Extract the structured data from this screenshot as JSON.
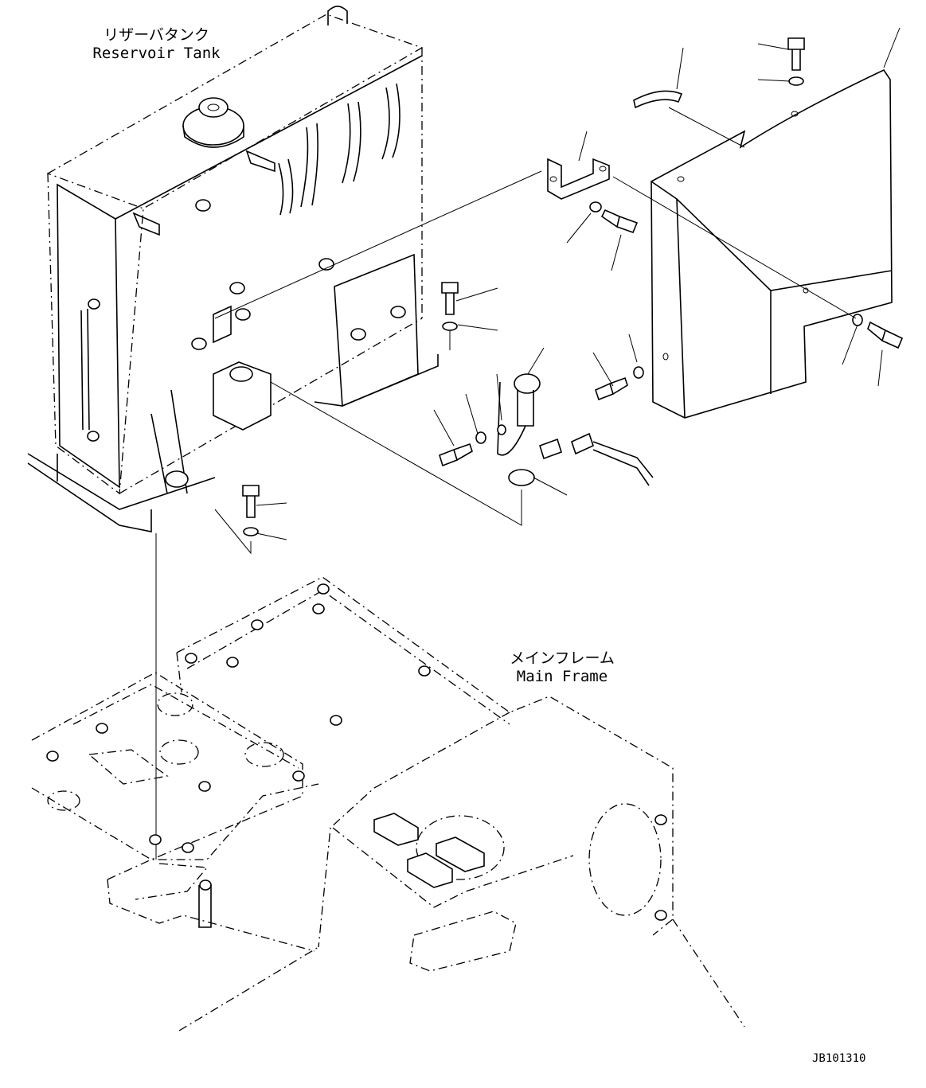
{
  "labels": {
    "reservoir_tank_jp": "リザーバタンク",
    "reservoir_tank_en": "Reservoir Tank",
    "main_frame_jp": "メインフレーム",
    "main_frame_en": "Main Frame",
    "drawing_number": "JB101310"
  }
}
